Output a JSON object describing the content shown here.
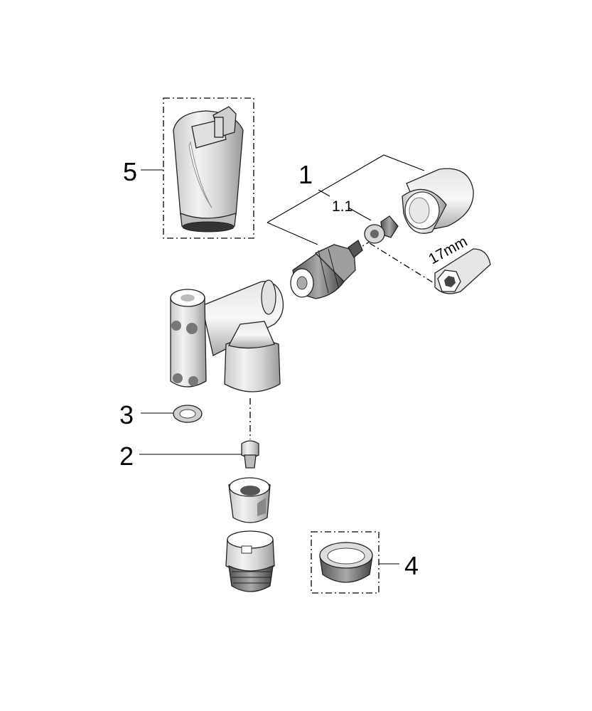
{
  "labels": {
    "item_1": "1",
    "item_1_1": "1.1",
    "item_2": "2",
    "item_3": "3",
    "item_4": "4",
    "item_5": "5",
    "wrench_size": "17mm"
  }
}
